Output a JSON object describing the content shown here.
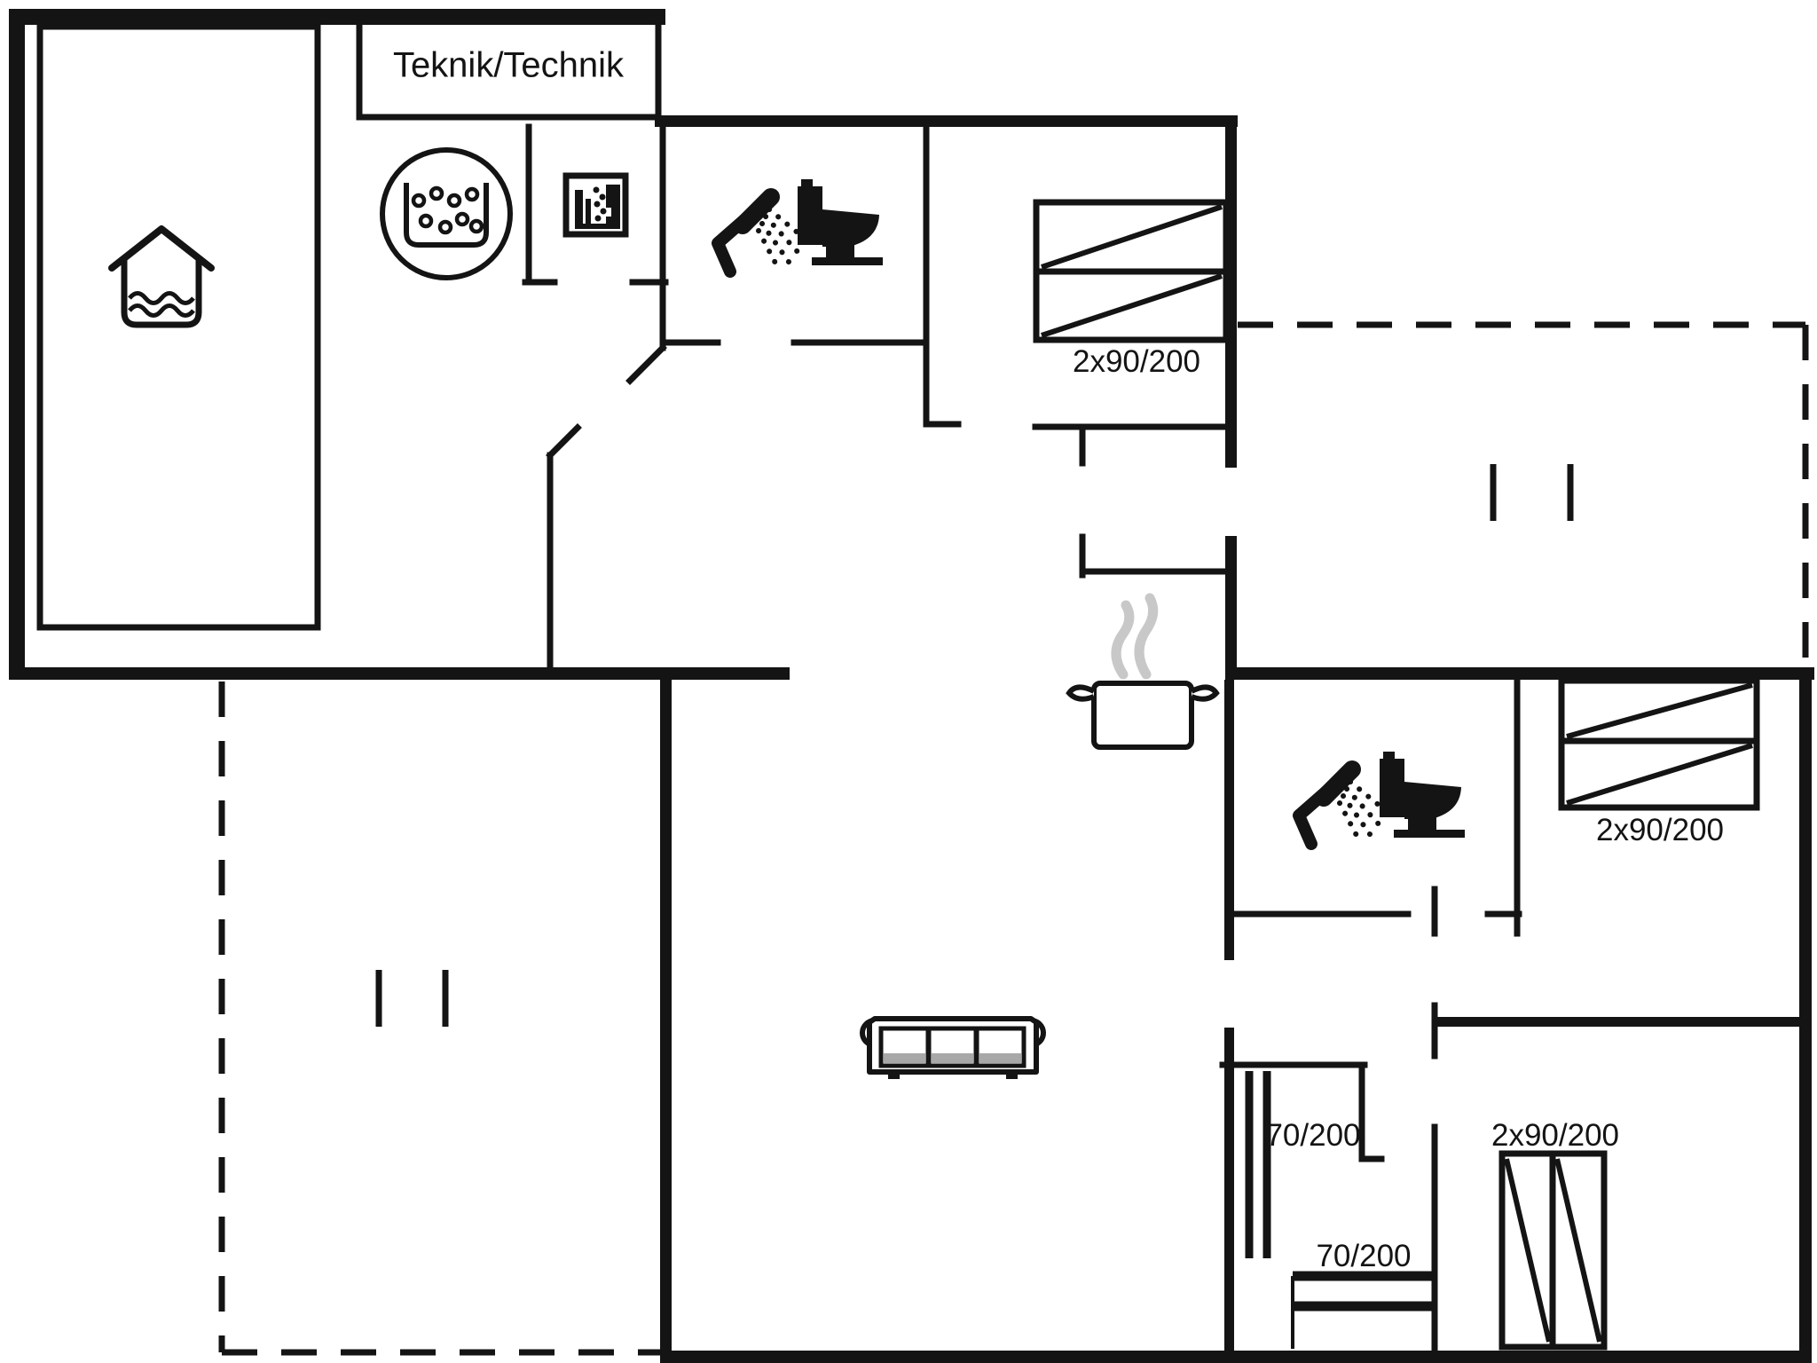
{
  "plan": {
    "technik_label": "Teknik/Technik",
    "beds": {
      "top_double": "2x90/200",
      "right_double": "2x90/200",
      "bottom_double": "2x90/200",
      "small_room_left": "70/200",
      "small_room_bottom": "70/200"
    },
    "icons": [
      "covered-pool-icon",
      "whirlpool-icon",
      "sauna-icon",
      "shower-icon",
      "toilet-icon",
      "cooking-pot-icon",
      "sofa-icon"
    ],
    "colors": {
      "line": "#141414",
      "steam": "#c8c8c8",
      "cushion_shade": "#a8a8a8",
      "background": "#ffffff"
    }
  }
}
